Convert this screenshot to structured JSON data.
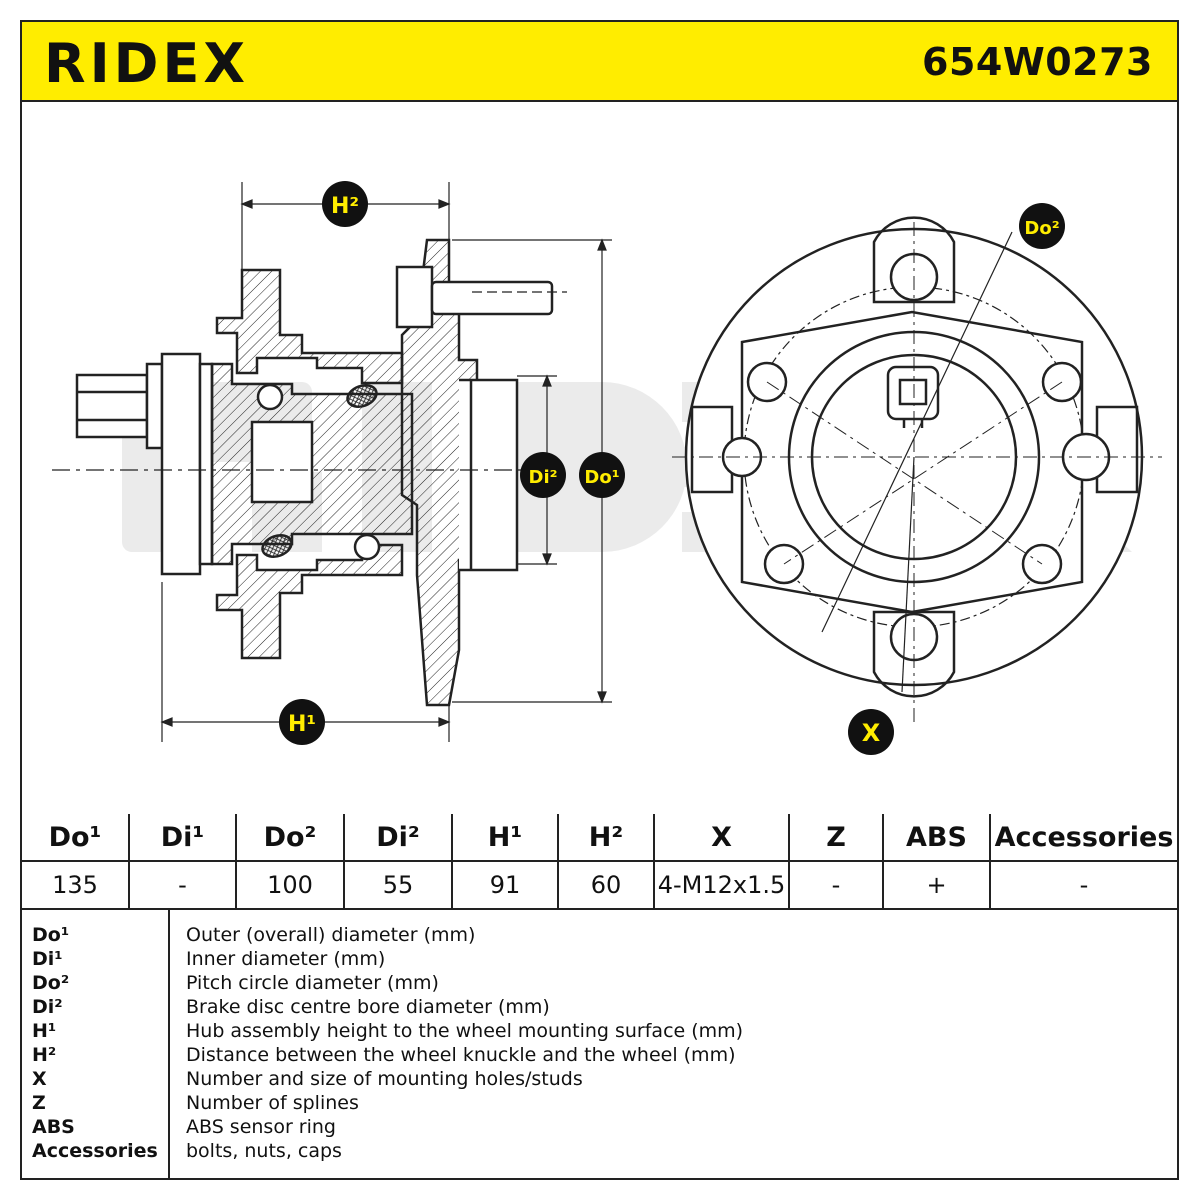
{
  "brand": "RIDEX",
  "part_number": "654W0273",
  "labels": {
    "H2": "H²",
    "H1": "H¹",
    "Di2": "Di²",
    "Do1": "Do¹",
    "Do2": "Do²",
    "X": "X"
  },
  "table": {
    "headers": [
      "Do¹",
      "Di¹",
      "Do²",
      "Di²",
      "H¹",
      "H²",
      "X",
      "Z",
      "ABS",
      "Accessories"
    ],
    "values": [
      "135",
      "-",
      "100",
      "55",
      "91",
      "60",
      "4-M12x1.5",
      "-",
      "+",
      "-"
    ]
  },
  "legend": [
    {
      "key": "Do¹",
      "desc": "Outer (overall) diameter (mm)"
    },
    {
      "key": "Di¹",
      "desc": "Inner diameter (mm)"
    },
    {
      "key": "Do²",
      "desc": "Pitch circle diameter (mm)"
    },
    {
      "key": "Di²",
      "desc": "Brake disc centre bore diameter (mm)"
    },
    {
      "key": "H¹",
      "desc": "Hub assembly height to the wheel mounting surface (mm)"
    },
    {
      "key": "H²",
      "desc": "Distance between the wheel knuckle and the wheel (mm)"
    },
    {
      "key": "X",
      "desc": "Number and size of mounting holes/studs"
    },
    {
      "key": "Z",
      "desc": "Number of splines"
    },
    {
      "key": "ABS",
      "desc": "ABS sensor ring"
    },
    {
      "key": "Accessories",
      "desc": "bolts, nuts, caps"
    }
  ],
  "colors": {
    "accent": "#ffed00",
    "line": "#222222",
    "watermark": "#ebebeb"
  }
}
